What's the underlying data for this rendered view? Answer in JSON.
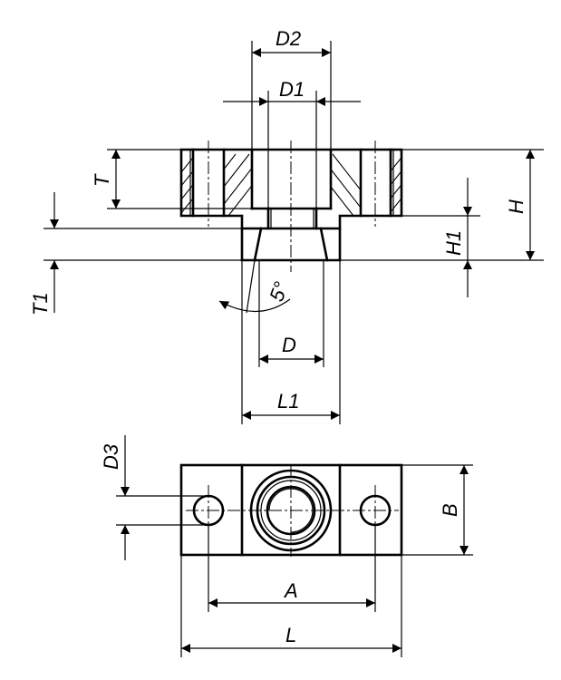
{
  "labels": {
    "D2": "D2",
    "D1": "D1",
    "T": "T",
    "H": "H",
    "H1": "H1",
    "T1": "T1",
    "angle": "5°",
    "D": "D",
    "L1": "L1",
    "D3": "D3",
    "B": "B",
    "A": "A",
    "L": "L"
  }
}
